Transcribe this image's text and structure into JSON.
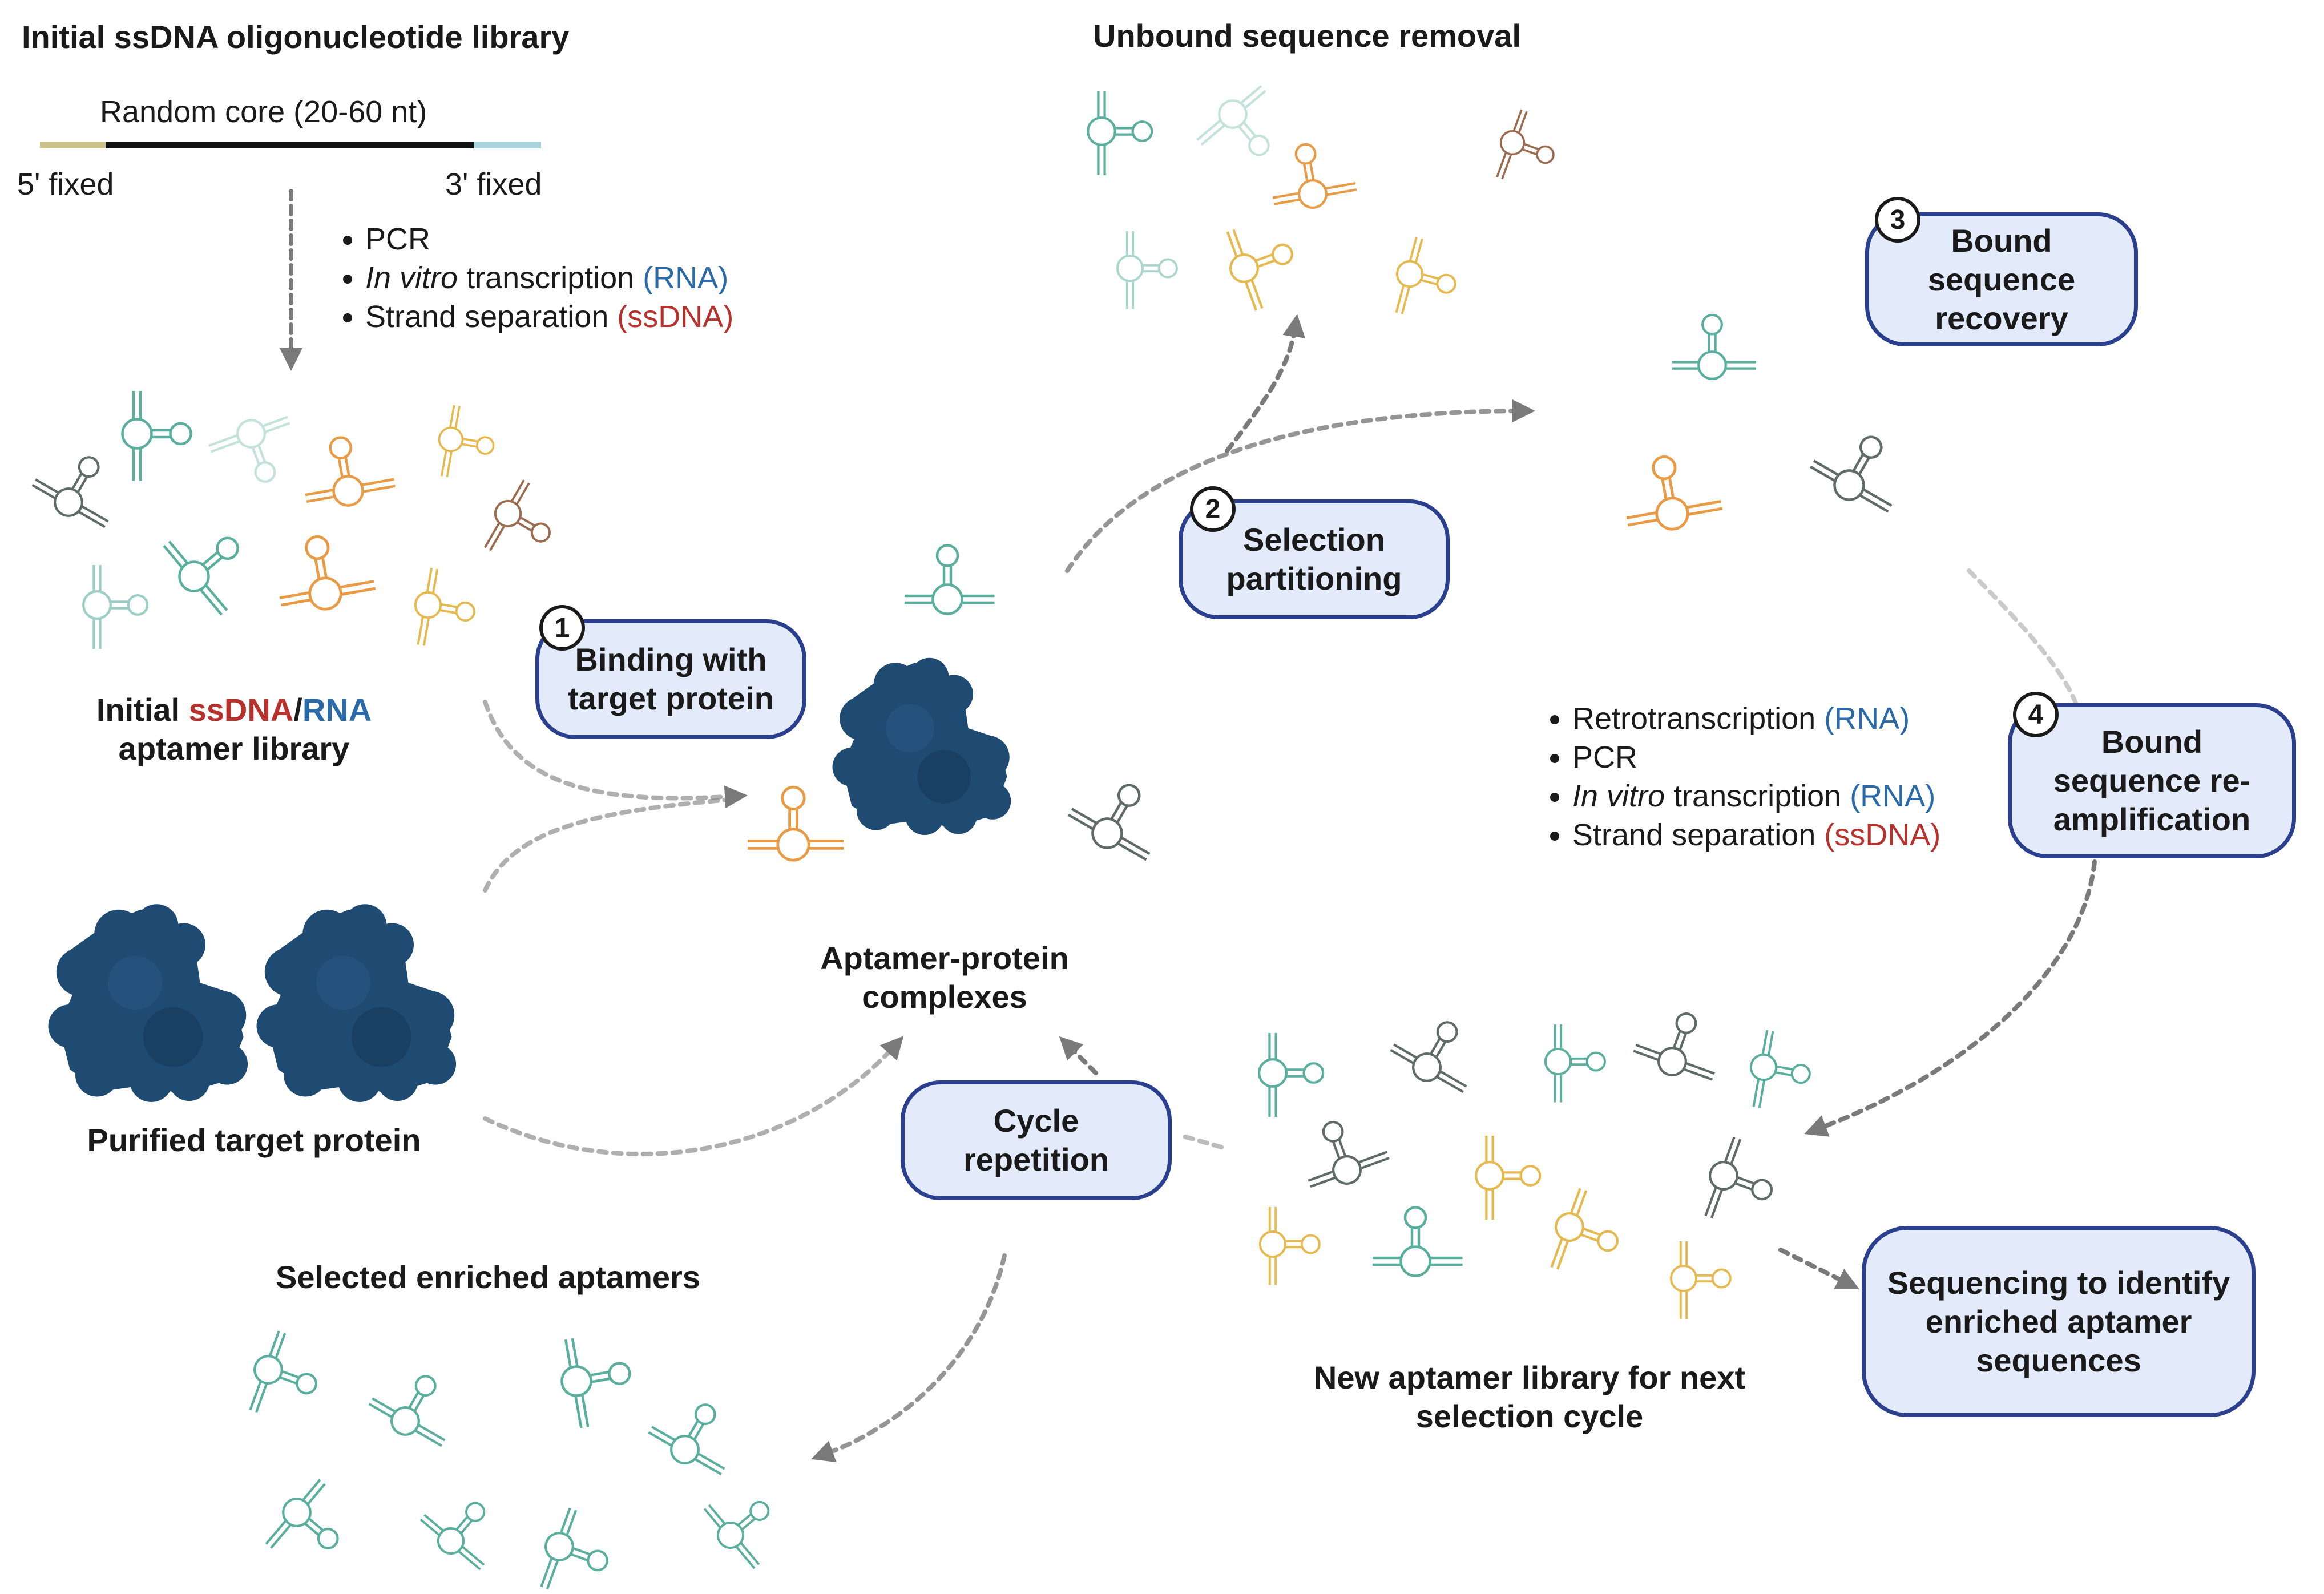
{
  "library": {
    "title": "Initial ssDNA oligonucleotide library",
    "core_label": "Random core (20-60 nt)",
    "five_prime": "5' fixed",
    "three_prime": "3' fixed",
    "prep_steps": [
      {
        "pre": "PCR",
        "tag": ""
      },
      {
        "pre": "In vitro",
        "post": " transcription ",
        "tag": "(RNA)"
      },
      {
        "pre": "Strand separation ",
        "tag": "(ssDNA)"
      }
    ]
  },
  "initial_library": {
    "line1_pre": "Initial ",
    "ssdna": "ssDNA",
    "slash": "/",
    "rna": "RNA",
    "line2": "aptamer library"
  },
  "target": {
    "label": "Purified target protein"
  },
  "complexes": {
    "line1": "Aptamer-protein",
    "line2": "complexes"
  },
  "unbound": {
    "label": "Unbound sequence removal"
  },
  "steps": [
    {
      "num": "1",
      "line1": "Binding with",
      "line2": "target protein",
      "line3": ""
    },
    {
      "num": "2",
      "line1": "Selection",
      "line2": "partitioning",
      "line3": ""
    },
    {
      "num": "3",
      "line1": "Bound",
      "line2": "sequence",
      "line3": "recovery"
    },
    {
      "num": "4",
      "line1": "Bound",
      "line2": "sequence re-",
      "line3": "amplification"
    }
  ],
  "cycle": {
    "line1": "Cycle",
    "line2": "repetition"
  },
  "reamp_steps": [
    {
      "pre": "Retrotranscription ",
      "tag": "(RNA)"
    },
    {
      "pre": "PCR",
      "tag": ""
    },
    {
      "pre": "In vitro",
      "post": " transcription ",
      "tag": "(RNA)"
    },
    {
      "pre": "Strand separation ",
      "tag": "(ssDNA)"
    }
  ],
  "new_library": {
    "line1": "New aptamer library for next",
    "line2": "selection cycle"
  },
  "enriched": {
    "label": "Selected enriched aptamers"
  },
  "sequencing": {
    "line1": "Sequencing to identify",
    "line2": "enriched aptamer",
    "line3": "sequences"
  },
  "colors": {
    "teal": "#5aae9d",
    "orange": "#e89a45",
    "yellow": "#e6b94f",
    "grey": "#5e6b66",
    "brown": "#9b6b50",
    "protein": "#1f4a72",
    "box_fill": "#e3eafa",
    "box_border": "#2b3f8f",
    "arrow": "#808080"
  }
}
